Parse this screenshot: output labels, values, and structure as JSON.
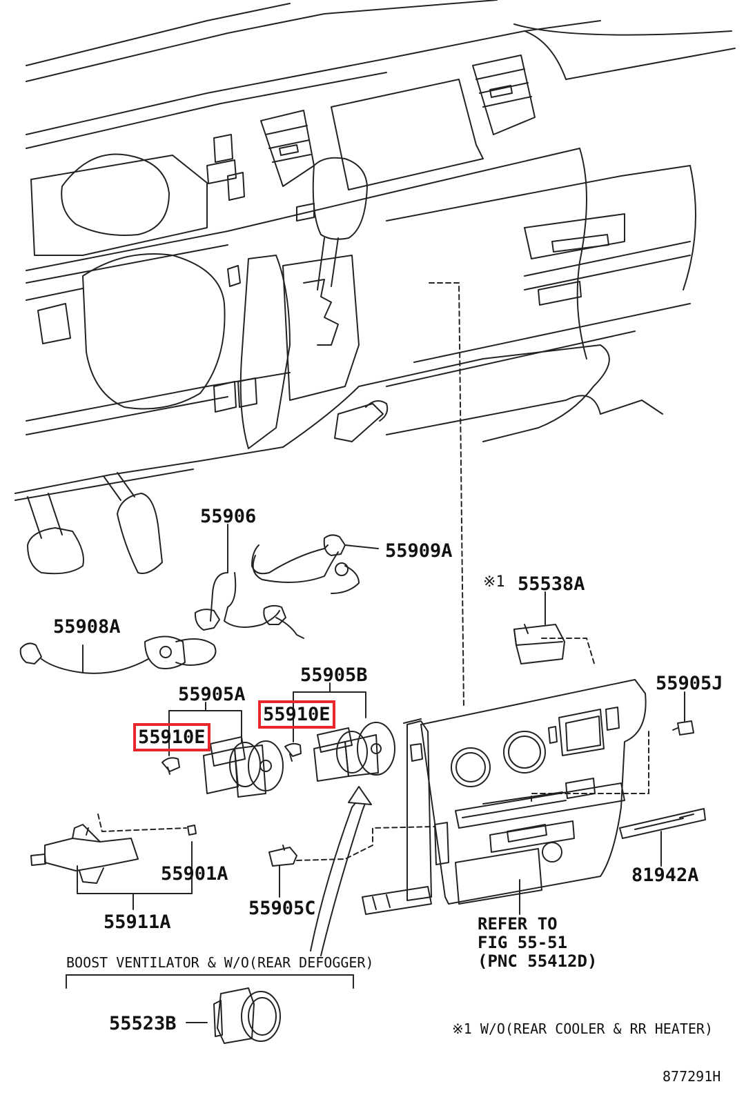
{
  "colors": {
    "line": "#222222",
    "highlight": "#e8262c",
    "background": "#ffffff"
  },
  "parts": {
    "p55906": "55906",
    "p55909A": "55909A",
    "p55538A": "55538A",
    "p55538A_mark": "※1",
    "p55908A": "55908A",
    "p55905B": "55905B",
    "p55905A": "55905A",
    "p55905J": "55905J",
    "p55910E_right": "55910E",
    "p55910E_left": "55910E",
    "p55901A": "55901A",
    "p81942A": "81942A",
    "p55911A": "55911A",
    "p55905C": "55905C",
    "p55523B": "55523B"
  },
  "refer": {
    "line1": "REFER TO",
    "line2": "FIG 55-51",
    "line3": "(PNC 55412D)"
  },
  "notes": {
    "boost": "BOOST VENTILATOR & W/O(REAR DEFOGGER)",
    "footnote": "※1 W/O(REAR COOLER & RR HEATER)",
    "figure_code": "877291H"
  }
}
